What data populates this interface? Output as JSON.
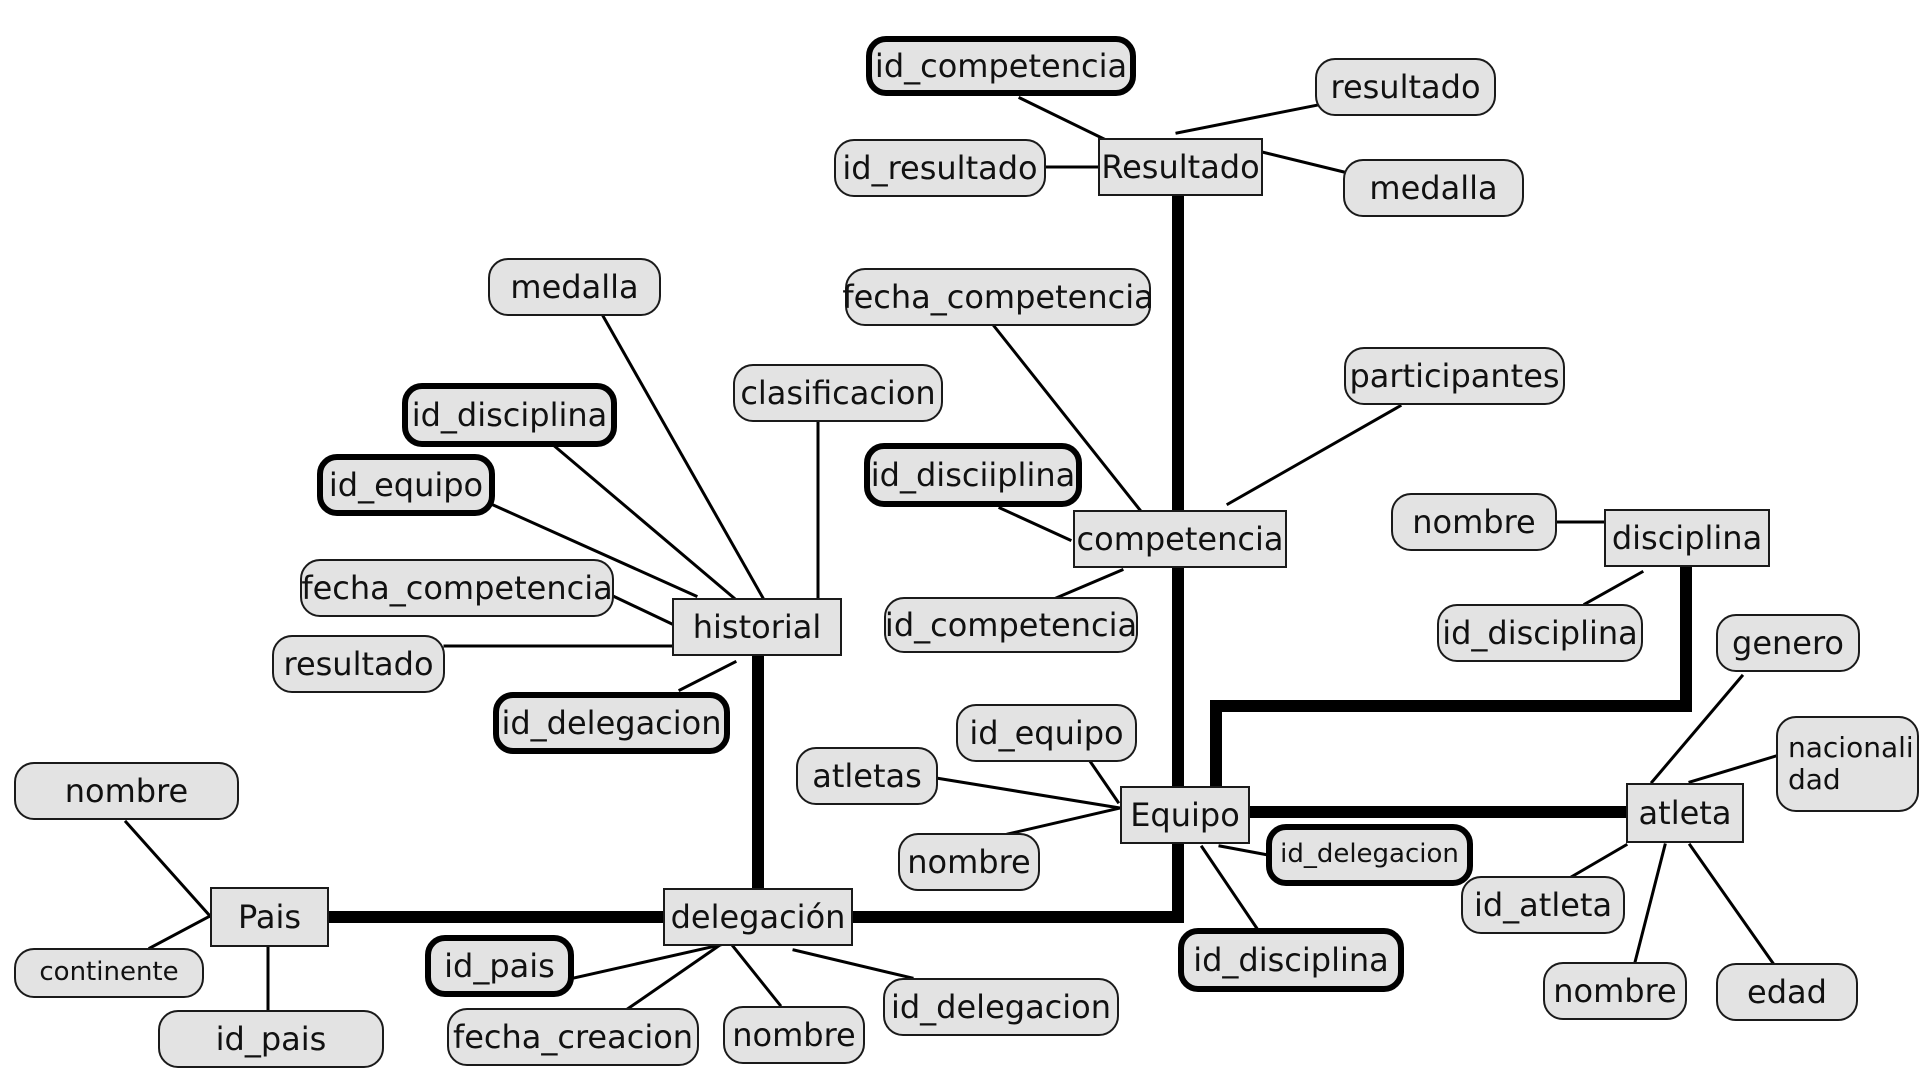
{
  "entities": {
    "resultado": "Resultado",
    "competencia": "competencia",
    "historial": "historial",
    "disciplina": "disciplina",
    "equipo": "Equipo",
    "atleta": "atleta",
    "pais": "Pais",
    "delegacion": "delegación"
  },
  "attributes": {
    "res_id_competencia": "id_competencia",
    "res_resultado": "resultado",
    "res_id_resultado": "id_resultado",
    "res_medalla": "medalla",
    "comp_fecha": "fecha_competencia",
    "comp_participantes": "participantes",
    "comp_id_disciiplina": "id_disciiplina",
    "comp_id_competencia": "id_competencia",
    "hist_medalla": "medalla",
    "hist_clasificacion": "clasificacion",
    "hist_id_disciplina": "id_disciplina",
    "hist_id_equipo": "id_equipo",
    "hist_fecha": "fecha_competencia",
    "hist_resultado": "resultado",
    "hist_id_delegacion": "id_delegacion",
    "disc_nombre": "nombre",
    "disc_id_disciplina": "id_disciplina",
    "eq_id_equipo": "id_equipo",
    "eq_atletas": "atletas",
    "eq_nombre": "nombre",
    "eq_id_delegacion": "id_delegacion",
    "eq_id_disciplina": "id_disciplina",
    "atl_genero": "genero",
    "atl_nacionalidad": "nacionali\ndad",
    "atl_id_atleta": "id_atleta",
    "atl_nombre": "nombre",
    "atl_edad": "edad",
    "pais_nombre": "nombre",
    "pais_continente": "continente",
    "pais_id_pais": "id_pais",
    "del_id_pais": "id_pais",
    "del_fecha_creacion": "fecha_creacion",
    "del_nombre": "nombre",
    "del_id_delegacion": "id_delegacion"
  }
}
